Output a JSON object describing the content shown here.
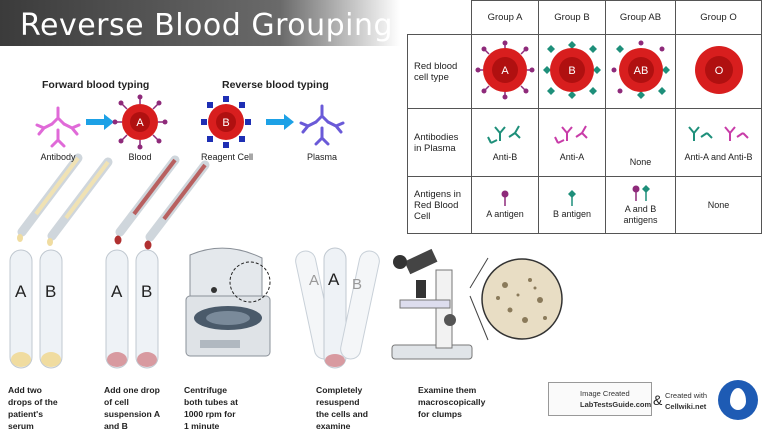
{
  "title": "Reverse Blood Grouping",
  "forward": {
    "heading": "Forward blood typing",
    "antibody_label": "Antibody",
    "blood_label": "Blood",
    "blood_letter": "A"
  },
  "reverse": {
    "heading": "Reverse blood typing",
    "reagent_label": "Reagent Cell",
    "plasma_label": "Plasma",
    "reagent_letter": "B"
  },
  "tubes": {
    "a": "A",
    "b": "B"
  },
  "steps": [
    "Add two\ndrops of the\npatient's\nserum",
    "Add one drop\nof cell\nsuspension A\nand B",
    "Centrifuge\nboth tubes at\n1000 rpm for\n1 minute",
    "Completely\nresuspend\nthe cells and\nexamine",
    "Examine them\nmacroscopically\nfor clumps"
  ],
  "table": {
    "headers": [
      "Group A",
      "Group B",
      "Group AB",
      "Group O"
    ],
    "row_labels": [
      "Red blood\ncell type",
      "Antibodies\nin Plasma",
      "Antigens in\nRed Blood\nCell"
    ],
    "cell_letters": [
      "A",
      "B",
      "AB",
      "O"
    ],
    "antibodies": [
      "Anti-B",
      "Anti-A",
      "None",
      "Anti-A and Anti-B"
    ],
    "antigens": [
      "A antigen",
      "B antigen",
      "A and B\nantigens",
      "None"
    ]
  },
  "credits": {
    "image_created": "Image Created",
    "labtests": "LabTestsGuide.com",
    "amp": "&",
    "created_with": "Created with",
    "cellwiki": "Cellwiki.net"
  },
  "colors": {
    "cell_red": "#d81e1e",
    "antigen_a": "#8e2a7a",
    "antigen_b": "#1e8f7a",
    "arrow_blue": "#1da1e6",
    "reagent_blue": "#1e2fb4",
    "antibody_pink": "#e06ad8",
    "plasma_purple": "#6a5ad8"
  }
}
